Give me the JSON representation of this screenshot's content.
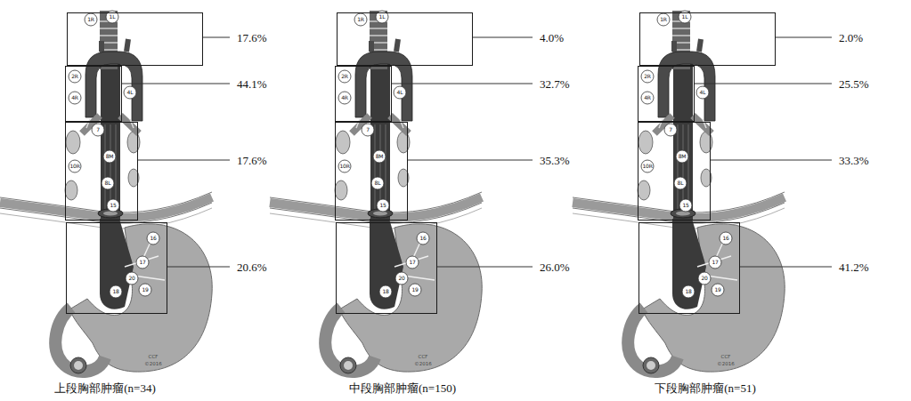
{
  "diagram": {
    "nodes": [
      {
        "text": [
          "17.6%"
        ]
      },
      {
        "text": [
          "44.1%"
        ]
      },
      {
        "text": [
          "17.6%"
        ]
      },
      {
        "text": [
          "20.6%"
        ]
      },
      {
        "text": [
          "4.0%"
        ]
      },
      {
        "text": [
          "32.7%"
        ]
      },
      {
        "text": [
          "35.3%"
        ]
      },
      {
        "text": [
          "26.0%"
        ]
      },
      {
        "text": [
          "2.0%"
        ]
      },
      {
        "text": [
          "25.5%"
        ]
      },
      {
        "text": [
          "33.3%"
        ]
      },
      {
        "text": [
          "41.2%"
        ]
      }
    ],
    "labels": [
      "上段胸部肿瘤(n=34)",
      "1R",
      "1L",
      "2R",
      "4R",
      "4L",
      "7",
      "10R",
      "8M",
      "8L",
      "15",
      "16",
      "17",
      "20",
      "19",
      "18",
      "CCF",
      "©2016",
      "中段胸部肿瘤(n=150)",
      "1R",
      "1L",
      "2R",
      "4R",
      "4L",
      "7",
      "10R",
      "8M",
      "8L",
      "15",
      "16",
      "17",
      "20",
      "19",
      "18",
      "CCF",
      "©2016",
      "下段胸部肿瘤(n=51)",
      "1R",
      "1L",
      "2R",
      "4R",
      "4L",
      "7",
      "10R",
      "8M",
      "8L",
      "15",
      "16",
      "17",
      "20",
      "19",
      "18",
      "CCF",
      "©2016"
    ]
  }
}
